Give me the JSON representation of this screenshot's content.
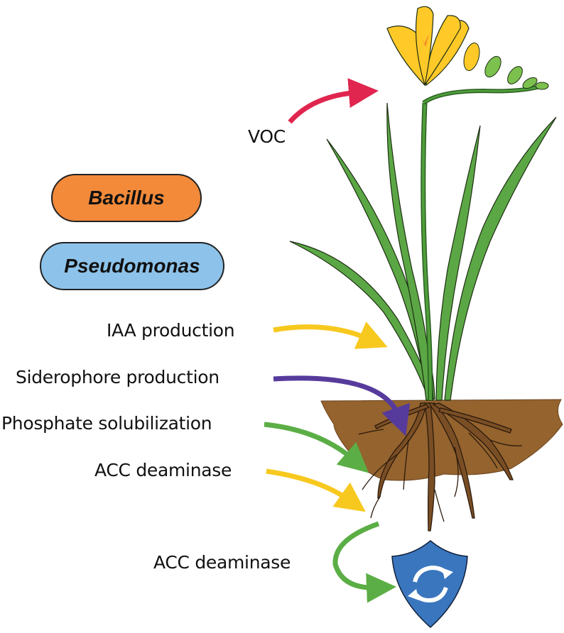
{
  "title": "Plant growth-promoting mechanisms of Bacillus and Pseudomonas",
  "bacteria": [
    {
      "name": "Bacillus",
      "color": "#F28A3A"
    },
    {
      "name": "Pseudomonas",
      "color": "#8DC3EA"
    }
  ],
  "mechanisms": {
    "voc": {
      "label": "VOC",
      "color": "#E0264F",
      "target": "flower"
    },
    "iaa": {
      "label": "IAA production",
      "color": "#F7C81E",
      "target": "shoot"
    },
    "siderophore": {
      "label": "Siderophore production",
      "color": "#563B9C",
      "target": "roots"
    },
    "phosphate": {
      "label": "Phosphate solubilization",
      "color": "#5BAE45",
      "target": "soil"
    },
    "acc1": {
      "label": "ACC deaminase",
      "color": "#F7C81E",
      "target": "roots"
    },
    "acc2": {
      "label": "ACC deaminase",
      "color": "#5BAE45",
      "target": "stress-protection"
    }
  },
  "colors": {
    "leaf": "#5BA745",
    "flower": "#FFC928",
    "bud": "#7CC04E",
    "soil": "#94632E",
    "root": "#7A4E25",
    "shield": "#3A76BE"
  },
  "icons": {
    "shield": "stress-protection-shield-icon",
    "recycle": "cycle-arrows-icon"
  }
}
